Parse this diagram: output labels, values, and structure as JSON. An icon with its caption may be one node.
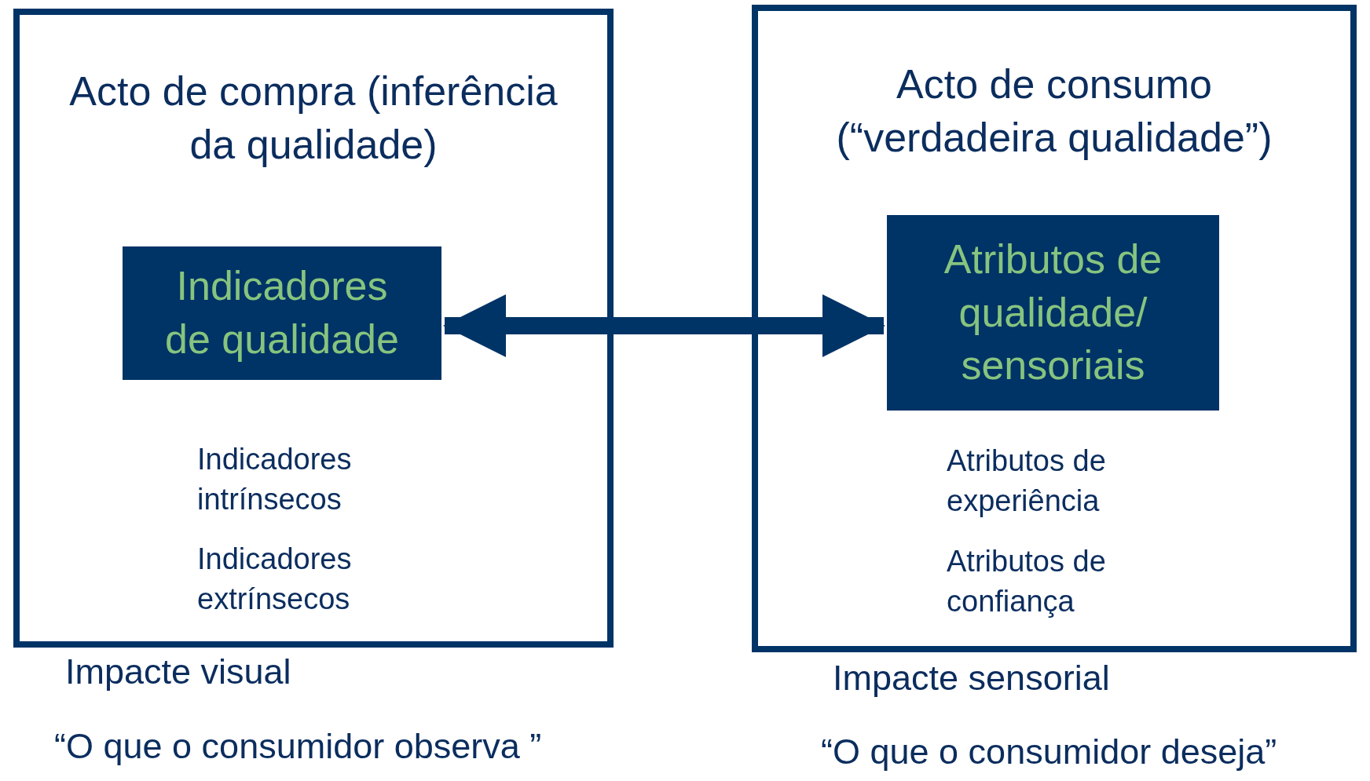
{
  "diagram": {
    "nodes": [
      {
        "text": [
          "Acto de compra (inferência da qualidade)",
          "Indicadores intrínsecos",
          "Indicadores extrínsecos"
        ],
        "beside": [
          "Impacte visual",
          "“O que o consumidor observa ”"
        ]
      },
      {
        "text": [
          "Indicadores de qualidade"
        ],
        "in": 0
      },
      {
        "text": [
          "Acto de consumo (“verdadeira qualidade”)",
          "Atributos de experiência",
          "Atributos de confiança"
        ],
        "beside": [
          "Impacte sensorial",
          "“O que o consumidor deseja”"
        ]
      },
      {
        "text": [
          "Atributos de qualidade/ sensoriais"
        ],
        "in": 2
      }
    ],
    "edges": [
      {
        "from": 1,
        "to": 3,
        "arrow": "both"
      }
    ]
  }
}
